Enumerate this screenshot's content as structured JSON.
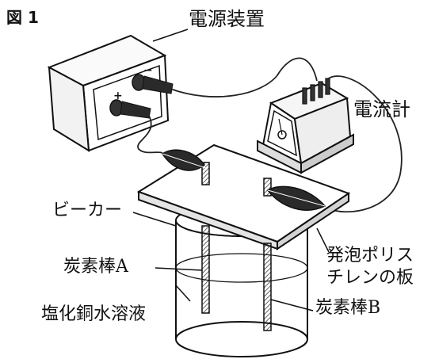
{
  "figure": {
    "title": "図 1"
  },
  "labels": {
    "power_supply": "電源装置",
    "ammeter": "電流計",
    "beaker": "ビーカー",
    "electrode_a": "炭素棒A",
    "electrode_b": "炭素棒B",
    "solution": "塩化銅水溶液",
    "board_line1": "発泡ポリス",
    "board_line2": "チレンの板"
  },
  "terminals": {
    "plus": "+",
    "minus": "−"
  }
}
